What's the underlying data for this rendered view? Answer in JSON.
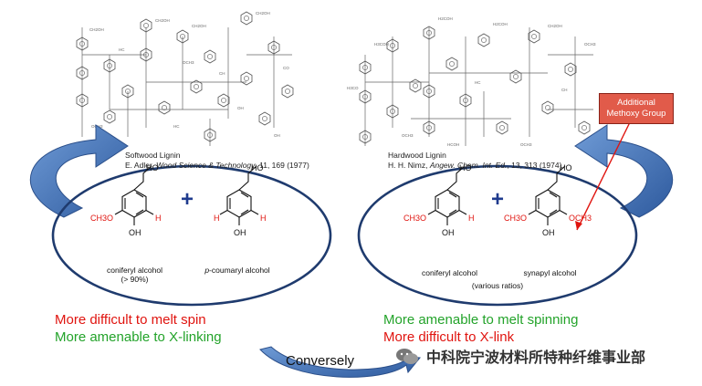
{
  "softwood": {
    "title": "Softwood Lignin",
    "cite_author": "E. Adler, ",
    "cite_journal": "Wood Science & Technology",
    "cite_ref": ", 11, 169 (1977)"
  },
  "hardwood": {
    "title": "Hardwood Lignin",
    "cite_author": "H. H. Nimz, ",
    "cite_journal": "Angew. Chem. Int. Ed.",
    "cite_ref": ", 13, 313 (1974)"
  },
  "callout": {
    "line1": "Additional",
    "line2": "Methoxy Group"
  },
  "left_monomers": {
    "m1": {
      "top_group": "HO",
      "left_sub": "CH3O",
      "right_sub": "H",
      "bottom": "OH",
      "name": "coniferyl alcohol",
      "note": "(> 90%)"
    },
    "m2": {
      "top_group": "HO",
      "left_sub": "H",
      "right_sub": "H",
      "bottom": "OH",
      "name_prefix": "p",
      "name_rest": "-coumaryl alcohol"
    },
    "plus": "+"
  },
  "right_monomers": {
    "m1": {
      "top_group": "HO",
      "left_sub": "CH3O",
      "right_sub": "H",
      "bottom": "OH",
      "name": "coniferyl alcohol"
    },
    "m2": {
      "top_group": "HO",
      "left_sub": "CH3O",
      "right_sub": "OCH3",
      "bottom": "OH",
      "name": "synapyl alcohol"
    },
    "plus": "+",
    "note": "(various ratios)"
  },
  "left_text": {
    "line1": "More difficult to melt spin",
    "line2": "More amenable to X-linking"
  },
  "right_text": {
    "line1": "More amenable to melt spinning",
    "line2": "More difficult to X-link"
  },
  "conversely": "Conversely",
  "watermark": "中科院宁波材料所特种纤维事业部",
  "colors": {
    "red": "#e0140f",
    "green": "#23a32a",
    "arrow_blue": "#3d6fb6",
    "ellipse_stroke": "#1f3b6e"
  }
}
